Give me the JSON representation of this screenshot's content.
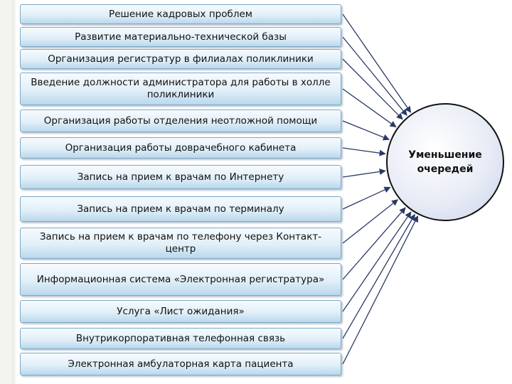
{
  "factors": [
    "Решение кадровых проблем",
    "Развитие материально-технической базы",
    "Организация регистратур в филиалах поликлиники",
    "Введение должности администратора для работы в холле поликлиники",
    "Организация работы отделения неотложной помощи",
    "Организация работы доврачебного кабинета",
    "Запись на прием к врачам по Интернету",
    "Запись на прием к врачам по терминалу",
    "Запись на прием к врачам по телефону через Контакт-центр",
    "Информационная система «Электронная регистратура»",
    "Услуга «Лист ожидания»",
    "Внутрикорпоративная телефонная связь",
    "Электронная амбулаторная карта пациента"
  ],
  "goal": "Уменьшение очередей",
  "colors": {
    "box_border": "#7fa9c6",
    "arrow": "#2a3a66",
    "circle_fill": "#e8ecf6"
  }
}
